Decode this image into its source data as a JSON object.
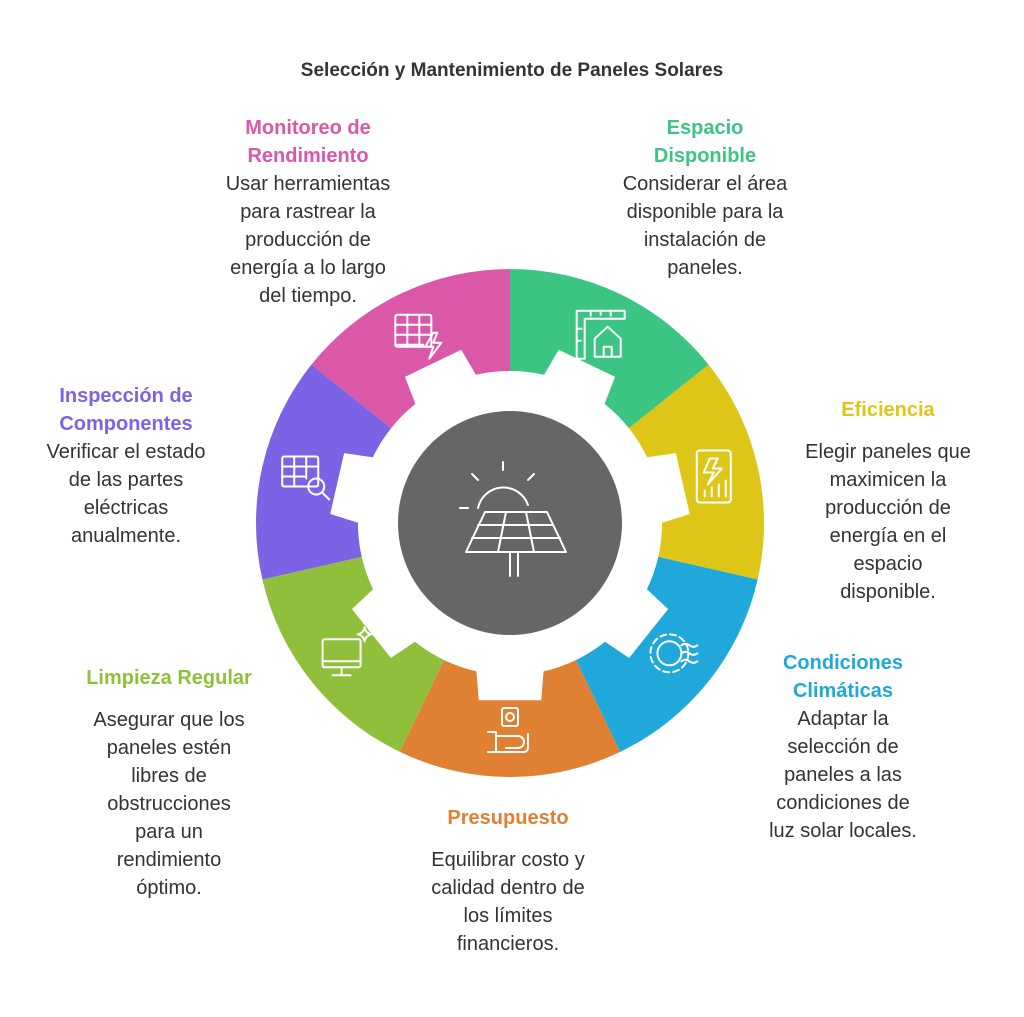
{
  "title": "Selección y Mantenimiento de Paneles Solares",
  "center": {
    "icon": "solar-panel-sun-icon",
    "color": "#666666"
  },
  "segments": [
    {
      "key": "espacio",
      "title": "Espacio Disponible",
      "title_lines": [
        "Espacio",
        "Disponible"
      ],
      "desc_lines": [
        "Considerar el área",
        "disponible para la",
        "instalación de",
        "paneles."
      ],
      "color": "#3CC483",
      "icon": "ruler-house-icon"
    },
    {
      "key": "eficiencia",
      "title": "Eficiencia",
      "title_lines": [
        "Eficiencia"
      ],
      "desc_lines": [
        "Elegir paneles que",
        "maximicen la",
        "producción de",
        "energía en el",
        "espacio",
        "disponible."
      ],
      "color": "#DDC617",
      "icon": "energy-chart-icon"
    },
    {
      "key": "condiciones",
      "title": "Condiciones Climáticas",
      "title_lines": [
        "Condiciones",
        "Climáticas"
      ],
      "desc_lines": [
        "Adaptar la",
        "selección de",
        "paneles a las",
        "condiciones de",
        "luz solar locales."
      ],
      "color": "#20A8DB",
      "icon": "weather-gear-icon"
    },
    {
      "key": "presupuesto",
      "title": "Presupuesto",
      "title_lines": [
        "Presupuesto"
      ],
      "desc_lines": [
        "Equilibrar costo y",
        "calidad dentro de",
        "los límites",
        "financieros."
      ],
      "color": "#E08033",
      "icon": "money-hand-icon"
    },
    {
      "key": "limpieza",
      "title": "Limpieza Regular",
      "title_lines": [
        "Limpieza Regular"
      ],
      "desc_lines": [
        "Asegurar que los",
        "paneles estén",
        "libres de",
        "obstrucciones",
        "para un",
        "rendimiento",
        "óptimo."
      ],
      "color": "#8FBF3B",
      "icon": "monitor-sparkle-icon"
    },
    {
      "key": "inspeccion",
      "title": "Inspección de Componentes",
      "title_lines": [
        "Inspección de",
        "Componentes"
      ],
      "desc_lines": [
        "Verificar el estado",
        "de las partes",
        "eléctricas",
        "anualmente."
      ],
      "color": "#7C63E6",
      "icon": "table-search-icon"
    },
    {
      "key": "monitoreo",
      "title": "Monitoreo de Rendimiento",
      "title_lines": [
        "Monitoreo de",
        "Rendimiento"
      ],
      "desc_lines": [
        "Usar herramientas",
        "para rastrear la",
        "producción de",
        "energía a lo largo",
        "del tiempo."
      ],
      "color": "#DB57A8",
      "icon": "table-bolt-icon"
    }
  ]
}
